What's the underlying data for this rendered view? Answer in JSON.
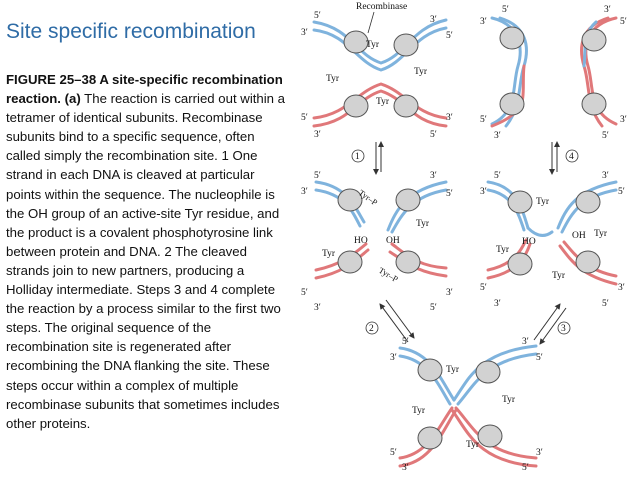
{
  "title": "Site specific recombination",
  "caption": {
    "figure_label": "FIGURE 25–38 A site-specific recombination reaction. (a)",
    "body": " The reaction is carried out within a tetramer of identical subunits. Recombinase subunits bind to a specific sequence, often called simply the recombination site. 1 One strand in each DNA is cleaved at particular points within the sequence. The nucleophile is the OH group of an active-site Tyr residue, and the product is a covalent phosphotyrosine link between protein and DNA. 2 The cleaved strands join to new partners, producing a Holliday intermediate. Steps 3 and 4 complete the reaction by a process similar to the first two steps. The original sequence of the recombination site is regenerated after recombining the DNA flanking the site. These steps occur within a complex of multiple recombinase subunits that sometimes includes other proteins."
  },
  "diagram": {
    "colors": {
      "blue": "#7fb3dd",
      "red": "#e0787a",
      "protein": "#d2d2d2"
    },
    "labels": {
      "recombinase": "Recombinase",
      "tyr": "Tyr",
      "five_prime": "5′",
      "three_prime": "3′",
      "ho": "HO",
      "oh": "OH",
      "tyr_p": "Tyr–P"
    },
    "steps": [
      "1",
      "2",
      "3",
      "4"
    ]
  }
}
